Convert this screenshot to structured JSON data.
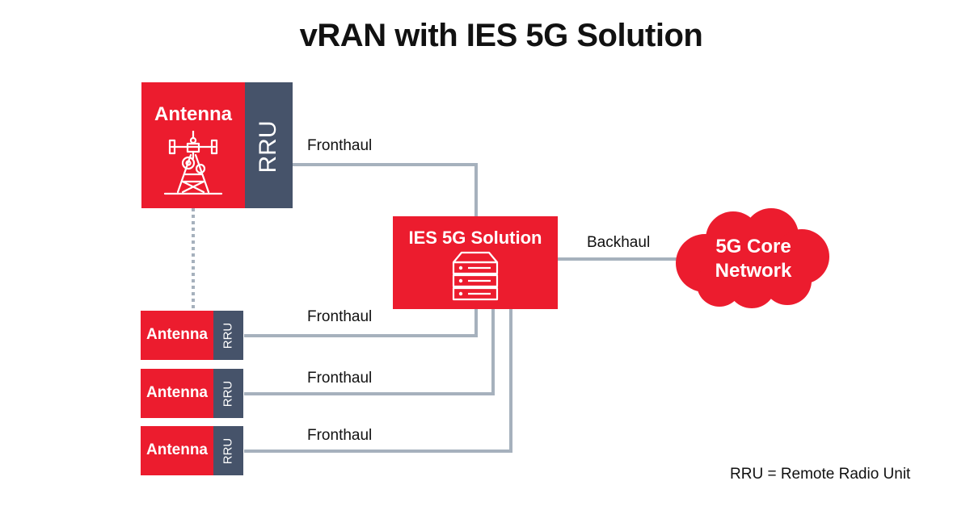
{
  "title": "vRAN with IES 5G Solution",
  "colors": {
    "accent_red": "#ec1c2e",
    "rru_slate": "#46536a",
    "link_gray": "#a6b1bd"
  },
  "main_site": {
    "antenna_label": "Antenna",
    "rru_label": "RRU",
    "icon": "antenna-tower-icon"
  },
  "sites": [
    {
      "antenna_label": "Antenna",
      "rru_label": "RRU"
    },
    {
      "antenna_label": "Antenna",
      "rru_label": "RRU"
    },
    {
      "antenna_label": "Antenna",
      "rru_label": "RRU"
    }
  ],
  "ies": {
    "label": "IES 5G Solution",
    "icon": "server-stack-icon"
  },
  "core": {
    "line1": "5G Core",
    "line2": "Network"
  },
  "links": {
    "fronthaul_main": "Fronthaul",
    "fronthaul_1": "Fronthaul",
    "fronthaul_2": "Fronthaul",
    "fronthaul_3": "Fronthaul",
    "backhaul": "Backhaul"
  },
  "legend": "RRU = Remote Radio Unit"
}
